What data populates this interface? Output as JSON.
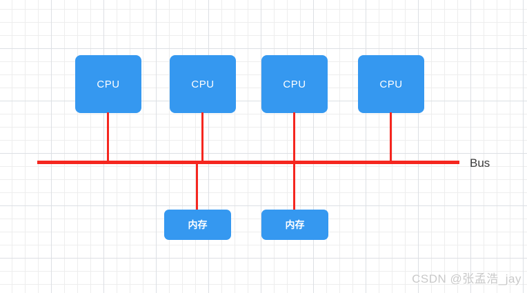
{
  "diagram": {
    "cpu_nodes": [
      {
        "label": "CPU"
      },
      {
        "label": "CPU"
      },
      {
        "label": "CPU"
      },
      {
        "label": "CPU"
      }
    ],
    "memory_nodes": [
      {
        "label": "内存"
      },
      {
        "label": "内存"
      }
    ],
    "bus": {
      "label": "Bus"
    },
    "colors": {
      "node_fill": "#3598f0",
      "node_text": "#ffffff",
      "bus_red": "#f5261f",
      "bus_label_text": "#3b3b3b",
      "grid_minor": "#ededed",
      "grid_major": "#dcdfe4",
      "background": "#ffffff",
      "watermark_text": "#c9c9c9"
    }
  },
  "watermark": {
    "text": "CSDN @张孟浩_jay"
  }
}
